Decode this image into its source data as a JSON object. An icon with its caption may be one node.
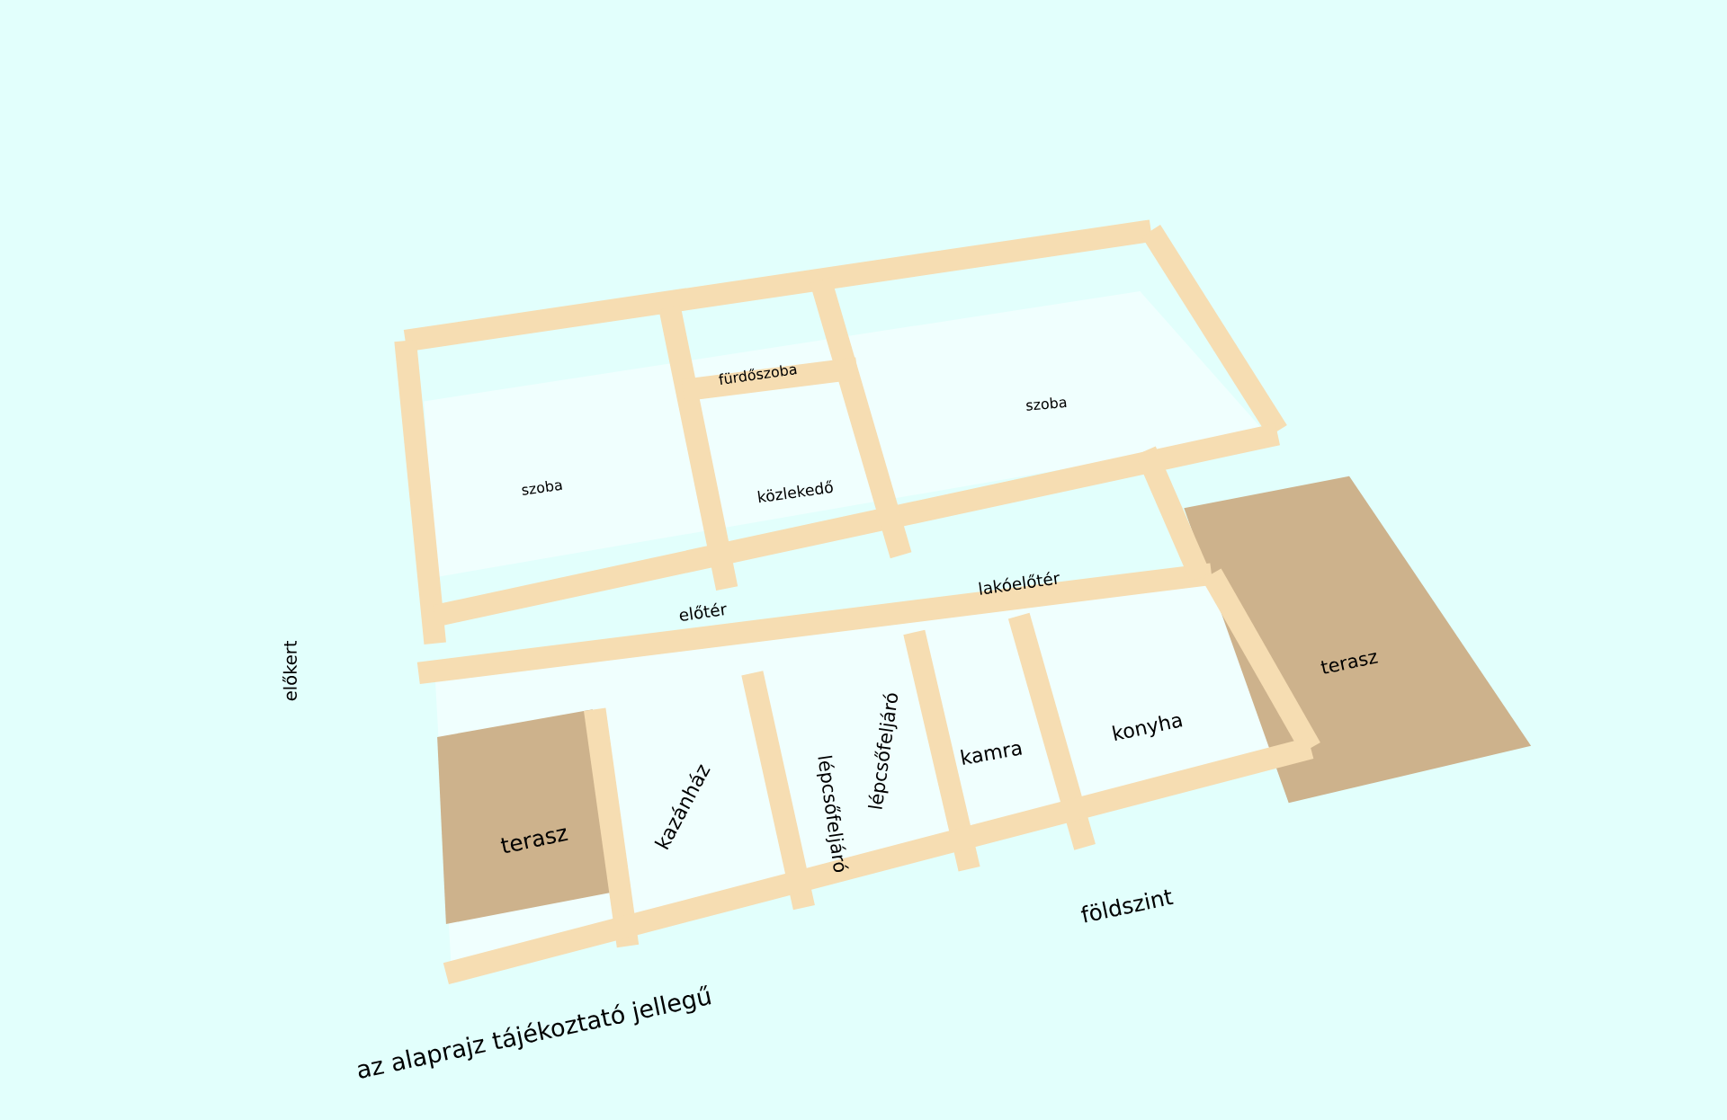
{
  "diagram": {
    "labels": [
      "fürdőszoba",
      "szoba",
      "szoba",
      "közlekedő",
      "lakóelőtér",
      "előtér",
      "terasz",
      "előkert",
      "lépcsőfeljáró",
      "konyha",
      "kamra",
      "kazánház",
      "lépcsőfeljáró",
      "terasz",
      "földszint",
      "az alaprajz tájékoztató jellegű"
    ]
  }
}
